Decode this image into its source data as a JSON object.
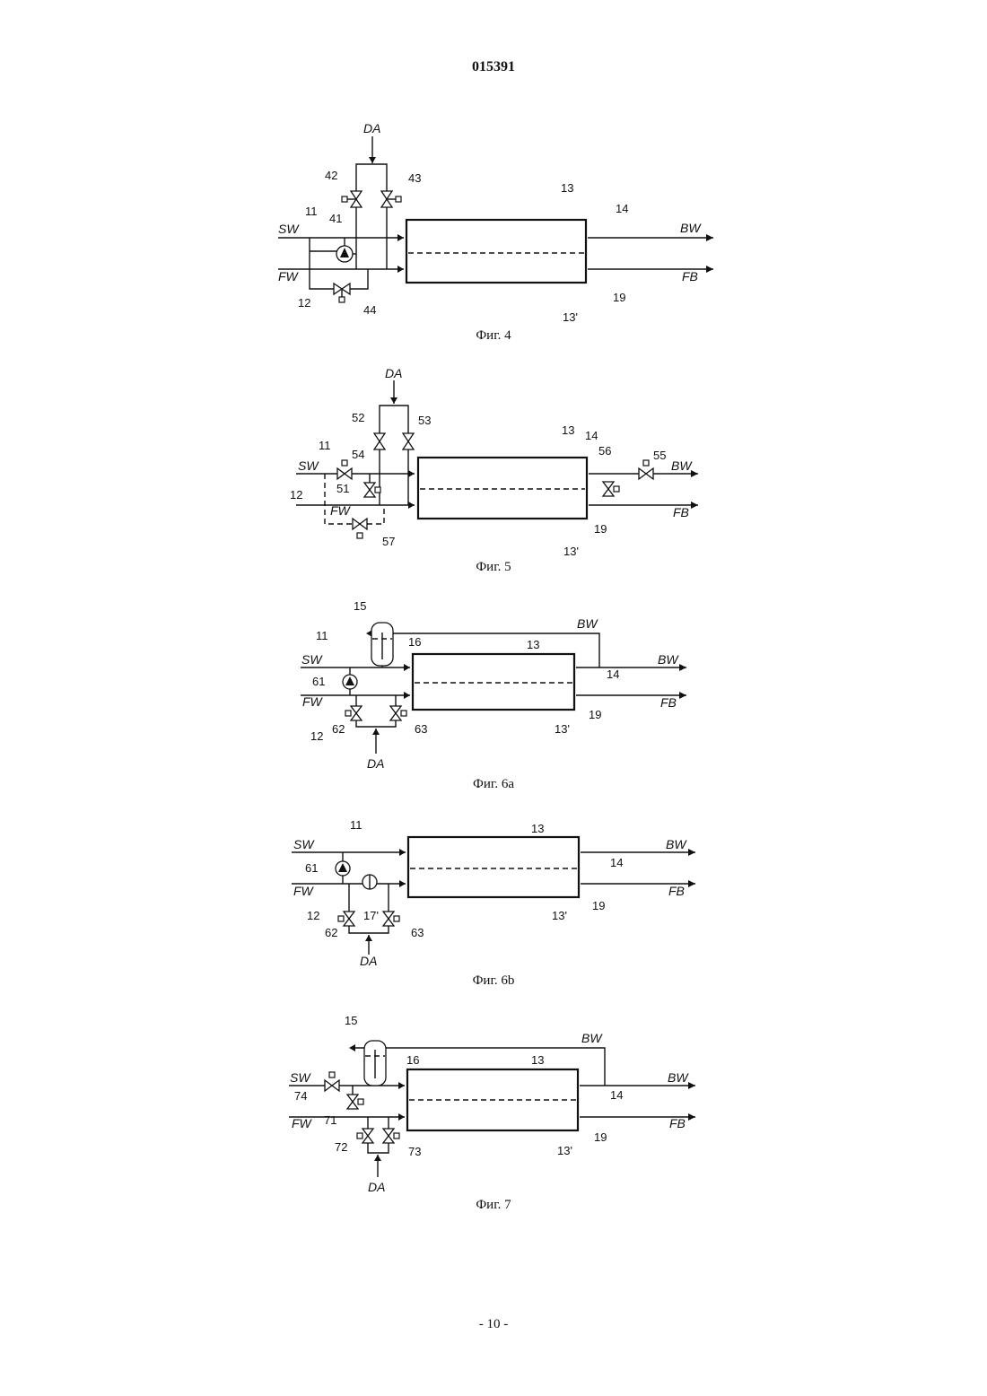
{
  "header": "015391",
  "footer": "- 10 -",
  "figures": [
    {
      "caption": "Фиг. 4",
      "labels": {
        "DA": "DA",
        "SW": "SW",
        "FW": "FW",
        "BW": "BW",
        "FB": "FB",
        "n11": "11",
        "n12": "12",
        "n13": "13",
        "n13p": "13'",
        "n14": "14",
        "n19": "19",
        "n41": "41",
        "n42": "42",
        "n43": "43",
        "n44": "44"
      }
    },
    {
      "caption": "Фиг. 5",
      "labels": {
        "DA": "DA",
        "SW": "SW",
        "FW": "FW",
        "BW": "BW",
        "FB": "FB",
        "n11": "11",
        "n12": "12",
        "n13": "13",
        "n13p": "13'",
        "n14": "14",
        "n19": "19",
        "n51": "51",
        "n52": "52",
        "n53": "53",
        "n54": "54",
        "n55": "55",
        "n56": "56",
        "n57": "57"
      }
    },
    {
      "caption": "Фиг. 6a",
      "labels": {
        "DA": "DA",
        "SW": "SW",
        "FW": "FW",
        "BW": "BW",
        "BW2": "BW",
        "FB": "FB",
        "n11": "11",
        "n12": "12",
        "n13": "13",
        "n13p": "13'",
        "n14": "14",
        "n15": "15",
        "n16": "16",
        "n19": "19",
        "n61": "61",
        "n62": "62",
        "n63": "63"
      }
    },
    {
      "caption": "Фиг. 6b",
      "labels": {
        "DA": "DA",
        "SW": "SW",
        "FW": "FW",
        "BW": "BW",
        "FB": "FB",
        "n11": "11",
        "n12": "12",
        "n13": "13",
        "n13p": "13'",
        "n14": "14",
        "n17p": "17'",
        "n19": "19",
        "n61": "61",
        "n62": "62",
        "n63": "63"
      }
    },
    {
      "caption": "Фиг. 7",
      "labels": {
        "DA": "DA",
        "SW": "SW",
        "FW": "FW",
        "BW": "BW",
        "BW2": "BW",
        "FB": "FB",
        "n13": "13",
        "n13p": "13'",
        "n14": "14",
        "n15": "15",
        "n16": "16",
        "n19": "19",
        "n71": "71",
        "n72": "72",
        "n73": "73",
        "n74": "74"
      }
    }
  ]
}
